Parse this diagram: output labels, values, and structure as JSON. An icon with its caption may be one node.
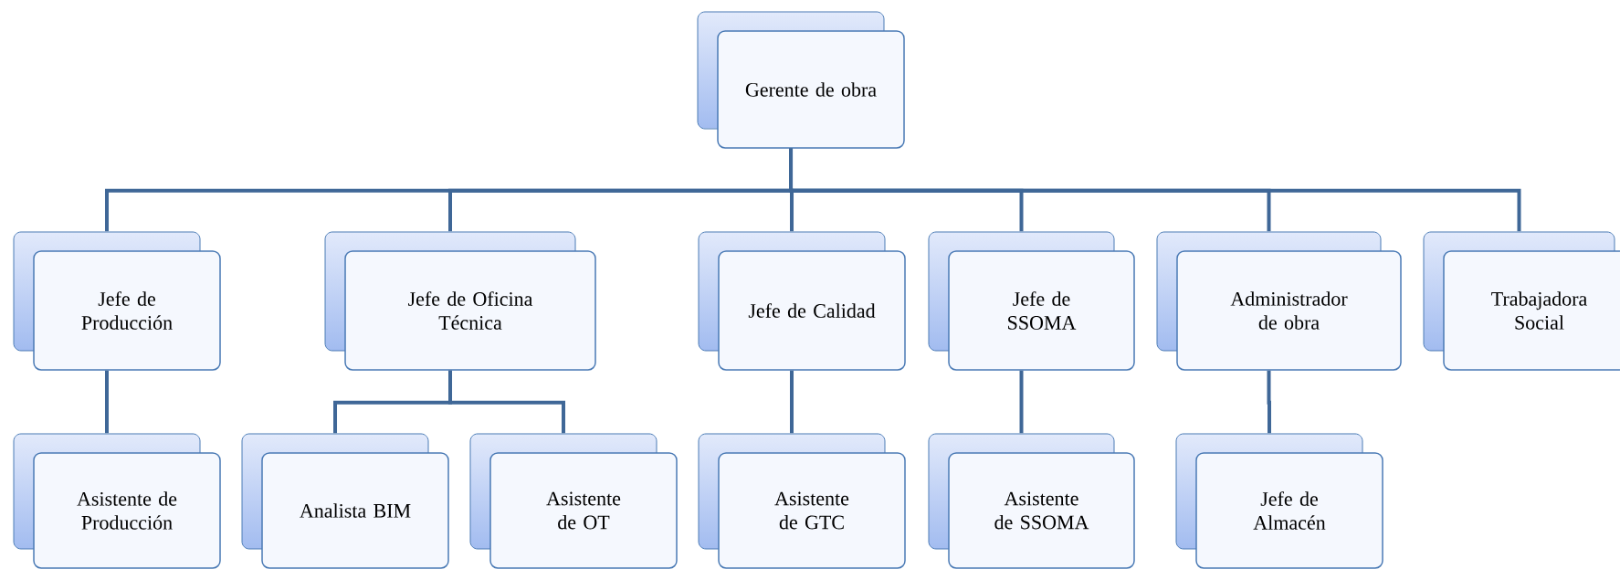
{
  "diagram": {
    "nodes": [
      {
        "text": [
          "Gerente de obra"
        ]
      },
      {
        "text": [
          "Jefe de Producción"
        ]
      },
      {
        "text": [
          "Jefe de Oficina Técnica"
        ]
      },
      {
        "text": [
          "Jefe de Calidad"
        ]
      },
      {
        "text": [
          "Jefe de SSOMA"
        ]
      },
      {
        "text": [
          "Administrador de obra"
        ]
      },
      {
        "text": [
          "Trabajadora Social"
        ]
      },
      {
        "text": [
          "Asistente de Producción"
        ]
      },
      {
        "text": [
          "Analista BIM"
        ]
      },
      {
        "text": [
          "Asistente de OT"
        ]
      },
      {
        "text": [
          "Asistente de GTC"
        ]
      },
      {
        "text": [
          "Asistente de SSOMA"
        ]
      },
      {
        "text": [
          "Jefe de Almacén"
        ]
      }
    ],
    "edges": [
      {
        "from": 0,
        "to": 1,
        "arrow": "none"
      },
      {
        "from": 0,
        "to": 2,
        "arrow": "none"
      },
      {
        "from": 0,
        "to": 3,
        "arrow": "none"
      },
      {
        "from": 0,
        "to": 4,
        "arrow": "none"
      },
      {
        "from": 0,
        "to": 5,
        "arrow": "none"
      },
      {
        "from": 0,
        "to": 6,
        "arrow": "none"
      },
      {
        "from": 1,
        "to": 7,
        "arrow": "none"
      },
      {
        "from": 2,
        "to": 8,
        "arrow": "none"
      },
      {
        "from": 2,
        "to": 9,
        "arrow": "none"
      },
      {
        "from": 3,
        "to": 10,
        "arrow": "none"
      },
      {
        "from": 4,
        "to": 11,
        "arrow": "none"
      },
      {
        "from": 5,
        "to": 12,
        "arrow": "none"
      }
    ]
  }
}
